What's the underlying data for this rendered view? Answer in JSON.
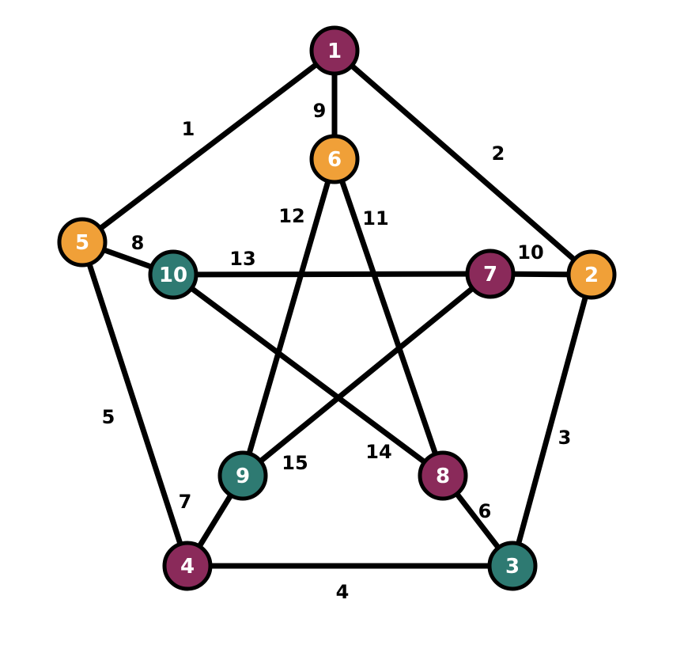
{
  "graph": {
    "colors": {
      "purple": "#8a2a5a",
      "orange": "#f0a038",
      "teal": "#2e7a72",
      "edge": "#000000"
    },
    "nodes": [
      {
        "id": "1",
        "label": "1",
        "color": "purple"
      },
      {
        "id": "2",
        "label": "2",
        "color": "orange"
      },
      {
        "id": "3",
        "label": "3",
        "color": "teal"
      },
      {
        "id": "4",
        "label": "4",
        "color": "purple"
      },
      {
        "id": "5",
        "label": "5",
        "color": "orange"
      },
      {
        "id": "6",
        "label": "6",
        "color": "orange"
      },
      {
        "id": "7",
        "label": "7",
        "color": "purple"
      },
      {
        "id": "8",
        "label": "8",
        "color": "purple"
      },
      {
        "id": "9",
        "label": "9",
        "color": "teal"
      },
      {
        "id": "10",
        "label": "10",
        "color": "teal"
      }
    ],
    "edges": [
      {
        "from": "1",
        "to": "5",
        "label": "1"
      },
      {
        "from": "1",
        "to": "2",
        "label": "2"
      },
      {
        "from": "2",
        "to": "3",
        "label": "3"
      },
      {
        "from": "3",
        "to": "4",
        "label": "4"
      },
      {
        "from": "4",
        "to": "5",
        "label": "5"
      },
      {
        "from": "3",
        "to": "8",
        "label": "6"
      },
      {
        "from": "4",
        "to": "9",
        "label": "7"
      },
      {
        "from": "5",
        "to": "10",
        "label": "8"
      },
      {
        "from": "1",
        "to": "6",
        "label": "9"
      },
      {
        "from": "2",
        "to": "7",
        "label": "10"
      },
      {
        "from": "6",
        "to": "8",
        "label": "11"
      },
      {
        "from": "6",
        "to": "9",
        "label": "12"
      },
      {
        "from": "10",
        "to": "7",
        "label": "13"
      },
      {
        "from": "10",
        "to": "8",
        "label": "14"
      },
      {
        "from": "9",
        "to": "7",
        "label": "15"
      }
    ]
  }
}
